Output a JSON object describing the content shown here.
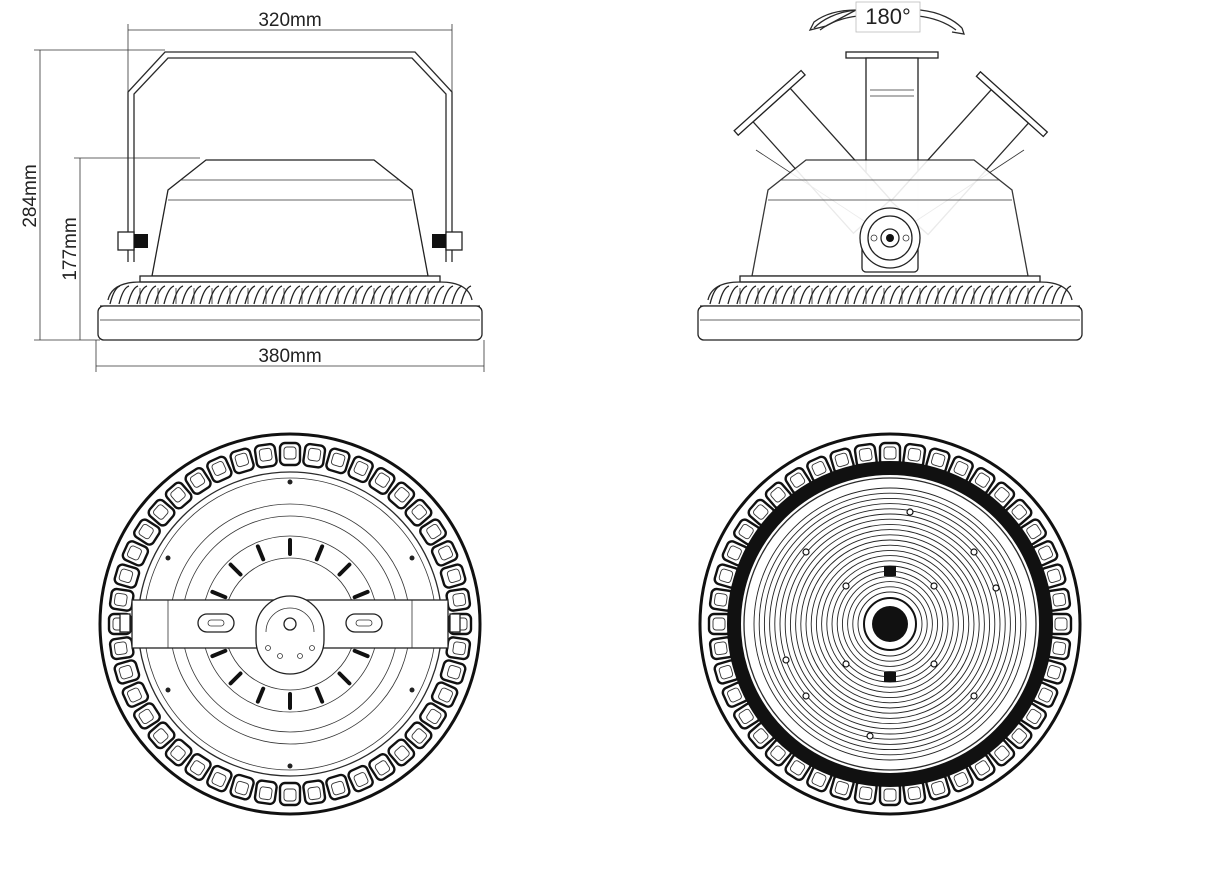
{
  "dimensions": {
    "top_width": "320mm",
    "total_height": "284mm",
    "body_height": "177mm",
    "bottom_width": "380mm"
  },
  "rotation_label": "180°",
  "views": [
    "side-view-bracket",
    "side-view-rotation",
    "top-view-bracket",
    "bottom-view-led"
  ]
}
